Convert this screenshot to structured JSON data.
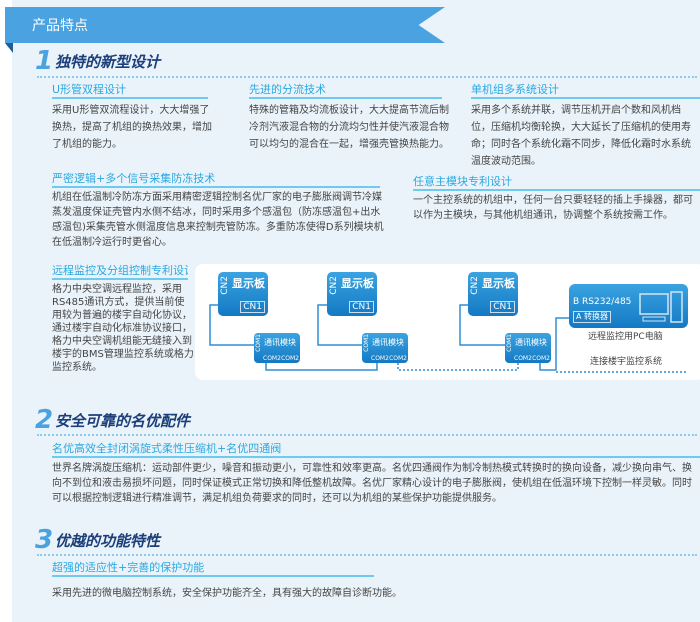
{
  "banner": {
    "title": "产品特点"
  },
  "sections": [
    {
      "num": "1",
      "title": "独特的新型设计"
    },
    {
      "num": "2",
      "title": "安全可靠的名优配件"
    },
    {
      "num": "3",
      "title": "优越的功能特性"
    }
  ],
  "features": [
    {
      "title": "U形管双程设计",
      "text": "采用U形管双流程设计，大大增强了换热，提高了机组的换热效果，增加了机组的能力。"
    },
    {
      "title": "先进的分流技术",
      "text": "特殊的管箱及均流板设计，大大提高节流后制冷剂汽液混合物的分流均匀性并使汽液混合物可以均匀的混合在一起，增强壳管换热能力。"
    },
    {
      "title": "单机组多系统设计",
      "text": "采用多个系统并联，调节压机开启个数和风机档位，压缩机均衡轮换，大大延长了压缩机的使用寿命；同时各个系统化霜不同步，降低化霜时水系统温度波动范围。"
    },
    {
      "title": "严密逻辑+多个信号采集防冻技术",
      "text": "机组在低温制冷防冻方面采用精密逻辑控制名优厂家的电子膨胀阀调节冷媒蒸发温度保证壳管内水侧不结冰，同时采用多个感温包（防冻感温包+出水感温包)采集壳管水侧温度信息来控制壳管防冻。多重防冻使得D系列模块机在低温制冷运行时更省心。"
    },
    {
      "title": "任意主模块专利设计",
      "text": "一个主控系统的机组中，任何一台只要轻轻的插上手操器，都可以作为主模块，与其他机组通讯，协调整个系统按需工作。"
    },
    {
      "title": "远程监控及分组控制专利设计",
      "text": "格力中央空调远程监控，采用RS485通讯方式，提供当前使用较为普遍的楼宇自动化协议，通过楼宇自动化标准协议接口，格力中央空调机组能无缝接入到楼宇的BMS管理监控系统或格力监控系统。"
    },
    {
      "title": "名优高效全封闭涡旋式柔性压缩机+名优四通阀",
      "text": "世界名牌涡旋压缩机：运动部件更少，噪音和振动更小，可靠性和效率更高。名优四通阀作为制冷制热模式转换时的换向设备，减少换向串气、换向不到位和液击易损坏问题，同时保证模式正常切换和降低整机故障。名优厂家精心设计的电子膨胀阀，使机组在低温环境下控制一样灵敏。同时可以根据控制逻辑进行精准调节，满足机组负荷要求的同时，还可以为机组的某些保护功能提供服务。"
    },
    {
      "title": "超强的适应性+完善的保护功能",
      "text": "采用先进的微电脑控制系统，安全保护功能齐全，具有强大的故障自诊断功能。"
    }
  ],
  "diagram": {
    "board_label": "显示板",
    "cn2": "CN2",
    "cn1": "CN1",
    "comm_label": "通讯模块",
    "com1": "COM1",
    "com2": "COM2",
    "pc_line1": "B RS232/485",
    "pc_line2": "A  转换器",
    "pc_caption": "远程监控用PC电脑",
    "bms_caption": "连接楼宇监控系统"
  }
}
